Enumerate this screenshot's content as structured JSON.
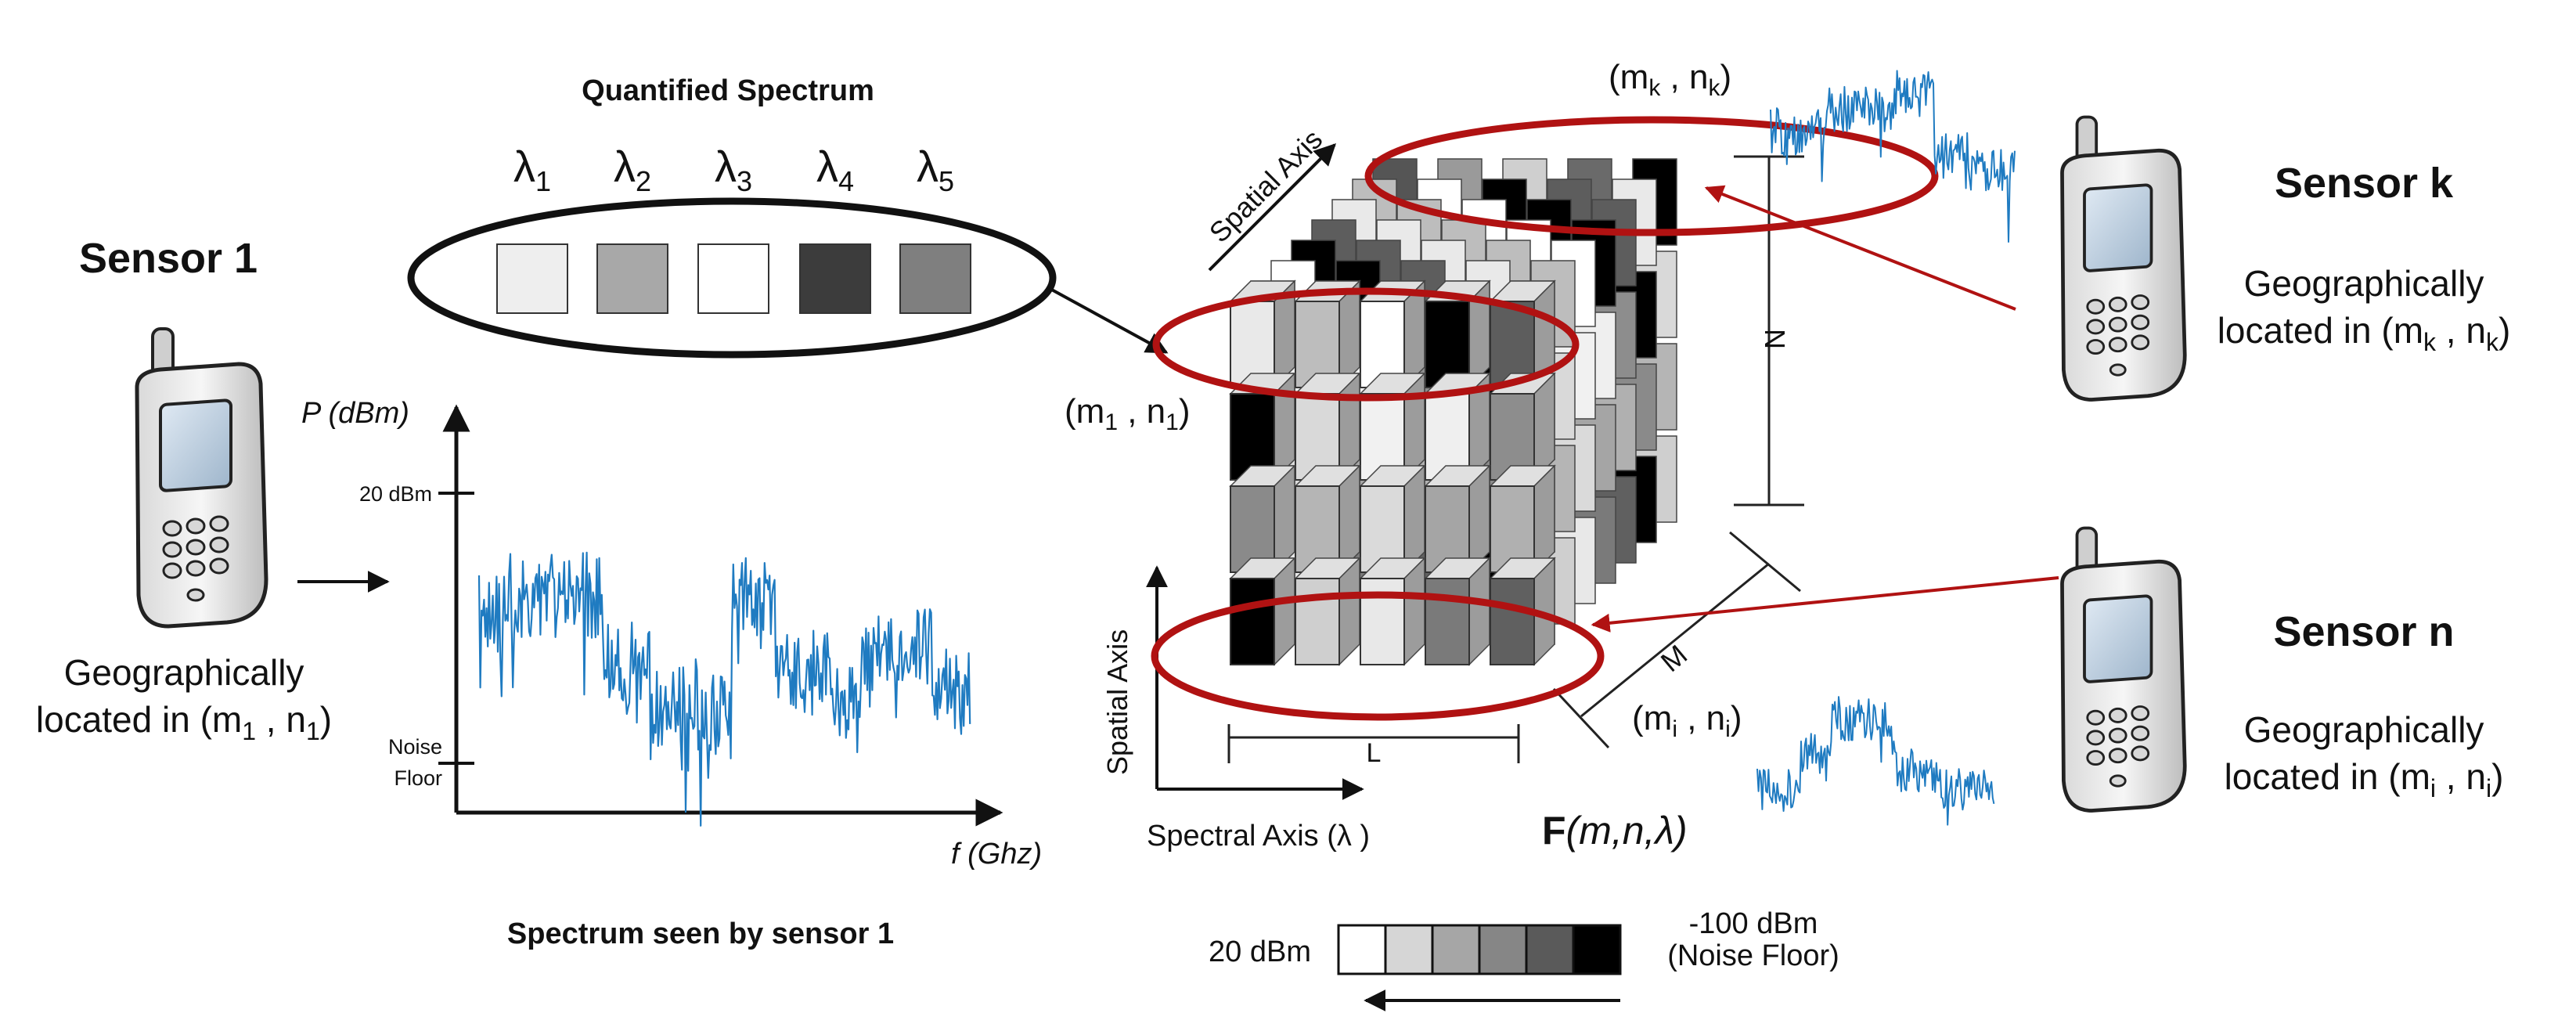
{
  "sensor1": {
    "title": "Sensor 1",
    "location_line1": "Geographically",
    "location_line2": "located in (m",
    "loc_sub_m": "1",
    "loc_mid": " , n",
    "loc_sub_n": "1",
    "loc_end": ")"
  },
  "sensor_k": {
    "title": "Sensor k",
    "location_line1": "Geographically",
    "location_line2": "located in (m",
    "loc_sub_m": "k",
    "loc_mid": " , n",
    "loc_sub_n": "k",
    "loc_end": ")"
  },
  "sensor_n": {
    "title": "Sensor n",
    "location_line1": "Geographically",
    "location_line2": "located in (m",
    "loc_sub_m": "i",
    "loc_mid": " , n",
    "loc_sub_n": "i",
    "loc_end": ")"
  },
  "quantified_spectrum": {
    "title": "Quantified Spectrum",
    "lambda_symbol": "λ",
    "lambda_subscripts": [
      "1",
      "2",
      "3",
      "4",
      "5"
    ],
    "swatch_colors": [
      "#eeeeee",
      "#a8a8a8",
      "#ffffff",
      "#3c3c3c",
      "#7f7f7f"
    ]
  },
  "spectrum_plot": {
    "y_label": "P (dBm)",
    "x_label": "f (Ghz)",
    "tick_high": "20 dBm",
    "tick_low_line1": "Noise",
    "tick_low_line2": "Floor",
    "caption": "Spectrum seen by sensor 1",
    "trace_color": "#1f7bc1"
  },
  "cube": {
    "spatial_axis_top": "Spatial Axis",
    "spatial_axis_left": "Spatial Axis",
    "spectral_axis": "Spectral Axis (λ )",
    "dim_n": "N",
    "dim_m": "M",
    "dim_l": "L",
    "function_bold": "F",
    "function_rest": "(m,n,λ)",
    "label_m1n1": {
      "open": "(m",
      "sub_m": "1",
      "mid": " , n",
      "sub_n": "1",
      "close": ")"
    },
    "label_mknk": {
      "open": "(m",
      "sub_m": "k",
      "mid": " , n",
      "sub_n": "k",
      "close": ")"
    },
    "label_mini": {
      "open": "(m",
      "sub_m": "i",
      "mid": " , n",
      "sub_n": "i",
      "close": ")"
    },
    "highlight_color": "#b01212"
  },
  "legend": {
    "left_label": "20 dBm",
    "right_label_line1": "-100 dBm",
    "right_label_line2": "(Noise Floor)",
    "colors": [
      "#ffffff",
      "#d6d6d6",
      "#a6a6a6",
      "#868686",
      "#5a5a5a",
      "#000000"
    ]
  }
}
